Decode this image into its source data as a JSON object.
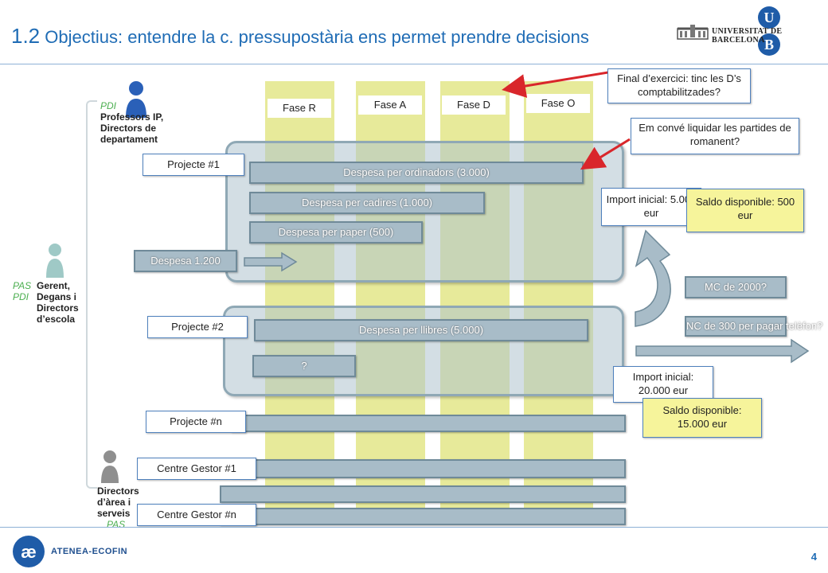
{
  "title": {
    "number": "1.2",
    "text": "Objectius: entendre la c. pressupostària ens permet  prendre decisions"
  },
  "university": {
    "name": "UNIVERSITAT DE BARCELONA",
    "letters": [
      "U",
      "B"
    ]
  },
  "phases": [
    "Fase R",
    "Fase A",
    "Fase D",
    "Fase O"
  ],
  "roles": {
    "top": {
      "tag": "PDI",
      "text": [
        "Professors IP,",
        "Directors de",
        "departament"
      ]
    },
    "middle": {
      "tags": [
        "PAS",
        "PDI"
      ],
      "text": [
        "Gerent,",
        "Degans i",
        "Directors",
        "d’escola"
      ]
    },
    "bottom": {
      "tag": "PAS",
      "text": [
        "Directors",
        "d’àrea i",
        "serveis"
      ]
    }
  },
  "projects": {
    "p1": {
      "label": "Projecte #1",
      "bars": [
        "Despesa per ordinadors (3.000)",
        "Despesa per cadires (1.000)",
        "Despesa per  paper (500)"
      ],
      "pending": "Despesa 1.200"
    },
    "p2": {
      "label": "Projecte #2",
      "bars": [
        "Despesa per llibres (5.000)",
        "?"
      ]
    },
    "pn": {
      "label": "Projecte #n"
    }
  },
  "centres": [
    "Centre Gestor #1",
    "Centre Gestor #n"
  ],
  "callouts": {
    "final": "Final d’exercici: tinc les D’s comptabilitzades?",
    "romanent": "Em convé liquidar les partides de romanent?",
    "import1": "Import inicial: 5.000 eur",
    "saldo1": "Saldo disponible: 500 eur",
    "mc": "MC de 2000?",
    "nc": "NC de 300 per pagar telèfon?",
    "import2": "Import inicial: 20.000 eur",
    "saldo2": "Saldo disponible: 15.000 eur"
  },
  "footer": {
    "brand": "ATENEA-ECOFIN",
    "page": "4"
  },
  "colors": {
    "accent": "#1f6cb5",
    "phase": "#e7ea9a",
    "bar": "#a8bcc8",
    "saldo": "#f6f49b",
    "arrow": "#d9262b"
  }
}
